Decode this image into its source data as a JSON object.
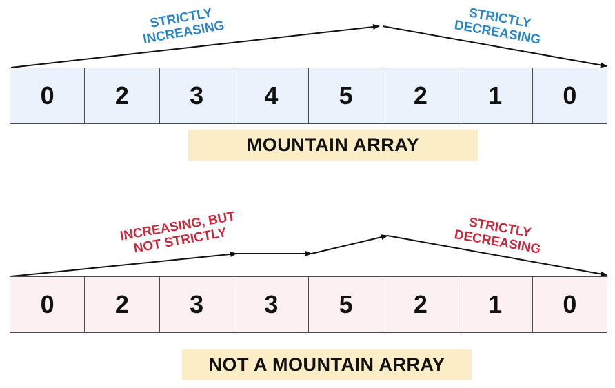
{
  "colors": {
    "increasing_label": "#2a86c8",
    "decreasing_label_1": "#2a86c8",
    "annotation_red": "#c8293c",
    "array1_fill": "#eaf3fc",
    "array2_fill": "#fcf0f1",
    "verdict_fill": "#fbeec6"
  },
  "example1": {
    "values": [
      "0",
      "2",
      "3",
      "4",
      "5",
      "2",
      "1",
      "0"
    ],
    "up_label": [
      "STRICTLY",
      "INCREASING"
    ],
    "down_label": [
      "STRICTLY",
      "DECREASING"
    ],
    "verdict": "MOUNTAIN ARRAY"
  },
  "example2": {
    "values": [
      "0",
      "2",
      "3",
      "3",
      "5",
      "2",
      "1",
      "0"
    ],
    "up_label": [
      "INCREASING, BUT",
      "NOT STRICTLY"
    ],
    "down_label": [
      "STRICTLY",
      "DECREASING"
    ],
    "verdict": "NOT A MOUNTAIN ARRAY"
  }
}
